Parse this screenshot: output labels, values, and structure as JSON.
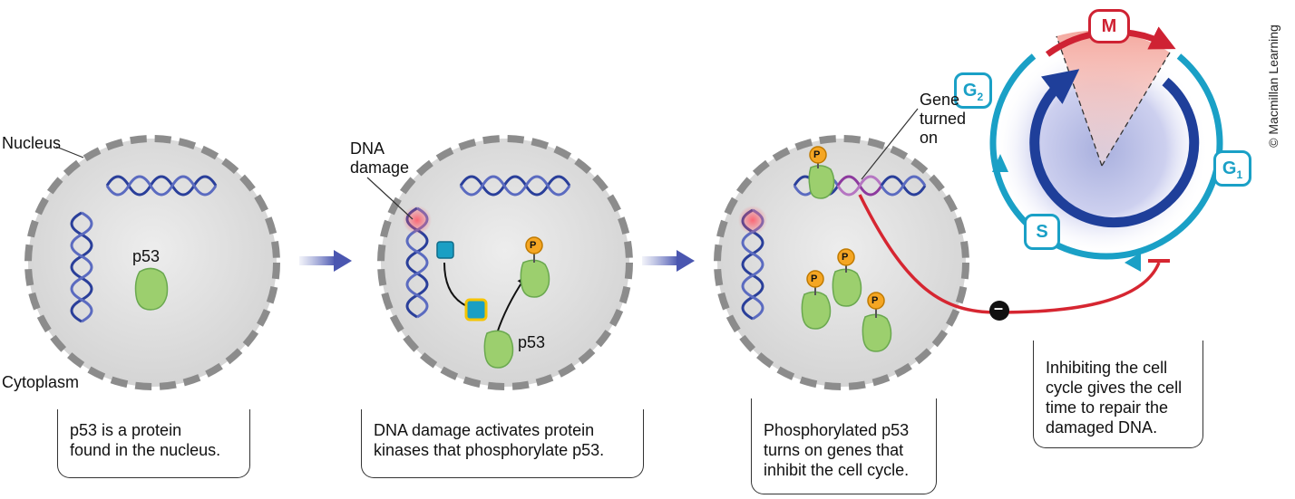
{
  "labels": {
    "nucleus": "Nucleus",
    "cytoplasm": "Cytoplasm",
    "dna_damage_line1": "DNA",
    "dna_damage_line2": "damage",
    "p53_panel1": "p53",
    "p53_panel2": "p53",
    "gene_line1": "Gene",
    "gene_line2": "turned",
    "gene_line3": "on",
    "phospho": "P",
    "inhibit_sign": "–"
  },
  "phases": {
    "m": "M",
    "g1_letter": "G",
    "g1_sub": "1",
    "g2_letter": "G",
    "g2_sub": "2",
    "s": "S"
  },
  "captions": {
    "panel1_line1": "p53 is a protein",
    "panel1_line2": "found in the nucleus.",
    "panel2_line1": "DNA damage activates protein",
    "panel2_line2": "kinases that phosphorylate p53.",
    "panel3_line1": "Phosphorylated p53",
    "panel3_line2": "turns on genes that",
    "panel3_line3": "inhibit the cell cycle.",
    "panel4_line1": "Inhibiting the cell",
    "panel4_line2": "cycle gives the cell",
    "panel4_line3": "time to repair the",
    "panel4_line4": "damaged DNA."
  },
  "copyright": "© Macmillan Learning",
  "colors": {
    "cell_fill": "#dcdcdc",
    "membrane": "#8c8c8c",
    "dna_blue": "#2a3f9a",
    "dna_gene": "#8d3a9e",
    "p53_green": "#9ccf6e",
    "kinase_teal": "#1a9fc4",
    "phospho_orange": "#f5a623",
    "cycle_blue": "#1aa0c6",
    "inner_arrow": "#1f3f9a",
    "inhibit_red": "#d62631"
  }
}
